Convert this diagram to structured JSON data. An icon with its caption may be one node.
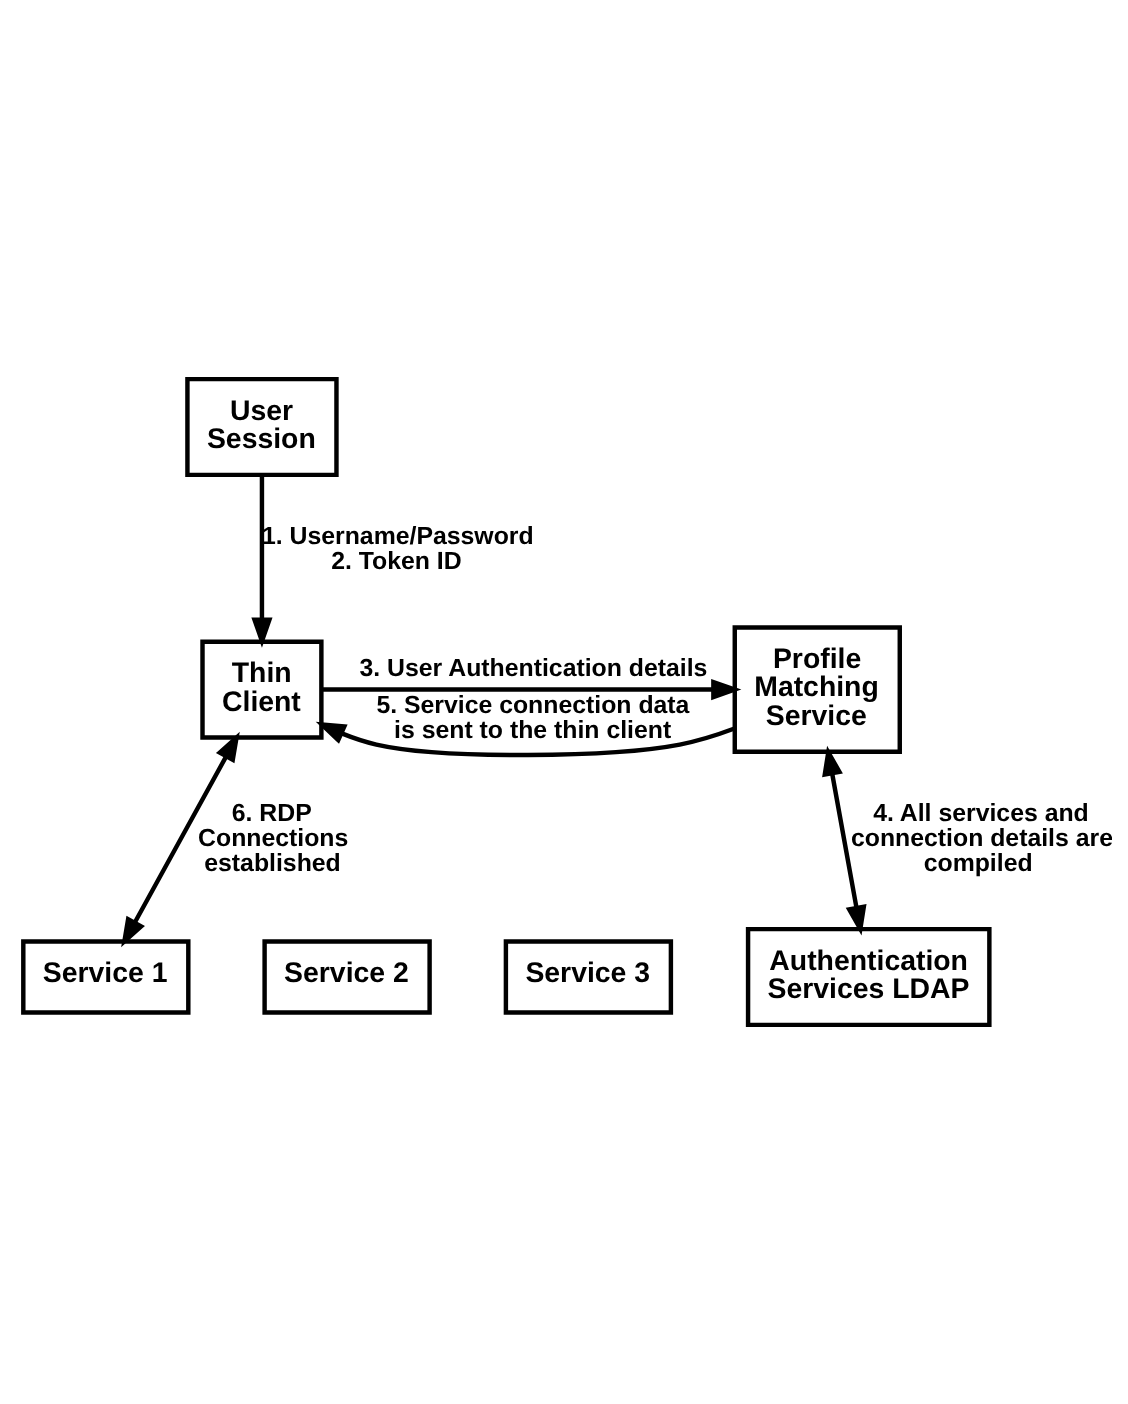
{
  "diagram": {
    "nodes": [
      {
        "text": [
          "User Session"
        ]
      },
      {
        "text": [
          "Thin Client"
        ]
      },
      {
        "text": [
          "Profile Matching Service"
        ]
      },
      {
        "text": [
          "Authentication Services LDAP"
        ]
      },
      {
        "text": [
          "Service 1"
        ]
      },
      {
        "text": [
          "Service 2"
        ]
      },
      {
        "text": [
          "Service 3"
        ]
      }
    ],
    "edges": [
      {
        "from": 0,
        "to": 1,
        "arrow": "to",
        "label": "1. Username/Password 2. Token ID"
      },
      {
        "from": 1,
        "to": 2,
        "arrow": "to",
        "label": "3. User Authentication details"
      },
      {
        "from": 2,
        "to": 1,
        "arrow": "to",
        "label": "5. Service connection data is sent to the thin client"
      },
      {
        "from": 2,
        "to": 3,
        "arrow": "both",
        "label": "4. All services and connection details are compiled"
      },
      {
        "from": 1,
        "to": 4,
        "arrow": "both",
        "label": "6. RDP Connections established"
      }
    ]
  }
}
